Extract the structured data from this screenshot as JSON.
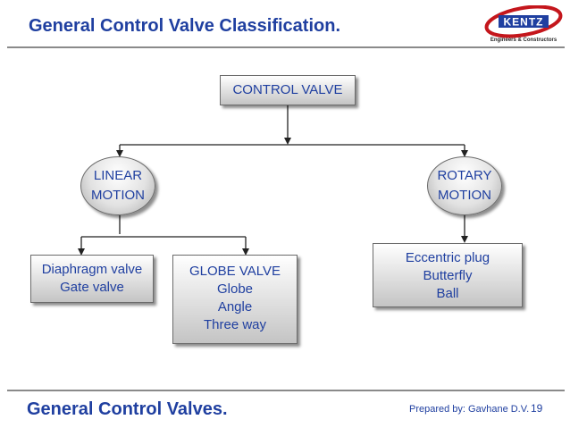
{
  "header": {
    "title": "General Control Valve Classification."
  },
  "logo": {
    "text": "KENTZ",
    "tagline": "Engineers & Constructors"
  },
  "diagram": {
    "root": "CONTROL VALVE",
    "linear": {
      "lines": [
        "LINEAR",
        "MOTION"
      ]
    },
    "rotary": {
      "lines": [
        "ROTARY",
        "MOTION"
      ]
    },
    "leaves": [
      {
        "lines": [
          "Diaphragm valve",
          "Gate valve"
        ]
      },
      {
        "lines": [
          "GLOBE VALVE",
          "Globe",
          "Angle",
          "Three way"
        ]
      },
      {
        "lines": [
          "Eccentric plug",
          "Butterfly",
          "Ball"
        ]
      }
    ]
  },
  "footer": {
    "left": "General Control Valves.",
    "right": "Prepared by: Gavhane D.V.",
    "page": "19"
  }
}
